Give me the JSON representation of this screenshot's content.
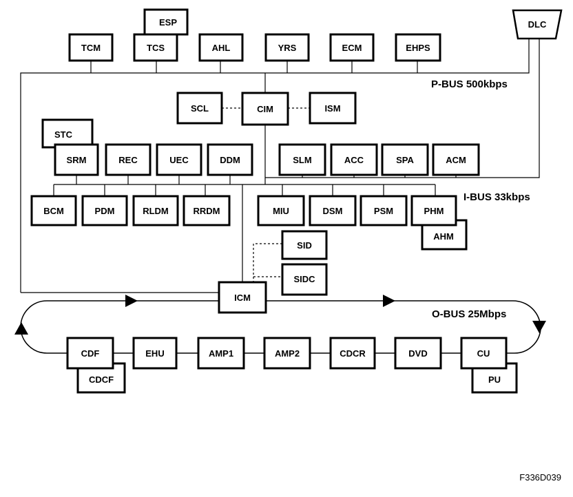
{
  "buses": {
    "pbus": "P-BUS 500kbps",
    "ibus": "I-BUS 33kbps",
    "obus": "O-BUS 25Mbps"
  },
  "figure_id": "F336D039",
  "modules": {
    "dlc": "DLC",
    "esp": "ESP",
    "tcm": "TCM",
    "tcs": "TCS",
    "ahl": "AHL",
    "yrs": "YRS",
    "ecm": "ECM",
    "ehps": "EHPS",
    "scl": "SCL",
    "cim": "CIM",
    "ism": "ISM",
    "stc": "STC",
    "srm": "SRM",
    "rec": "REC",
    "uec": "UEC",
    "ddm": "DDM",
    "slm": "SLM",
    "acc": "ACC",
    "spa": "SPA",
    "acm": "ACM",
    "bcm": "BCM",
    "pdm": "PDM",
    "rldm": "RLDM",
    "rrdm": "RRDM",
    "miu": "MIU",
    "dsm": "DSM",
    "psm": "PSM",
    "phm": "PHM",
    "ahm": "AHM",
    "sid": "SID",
    "sidc": "SIDC",
    "icm": "ICM",
    "cdf": "CDF",
    "cdcf": "CDCF",
    "ehu": "EHU",
    "amp1": "AMP1",
    "amp2": "AMP2",
    "cdcr": "CDCR",
    "dvd": "DVD",
    "cu": "CU",
    "pu": "PU"
  }
}
